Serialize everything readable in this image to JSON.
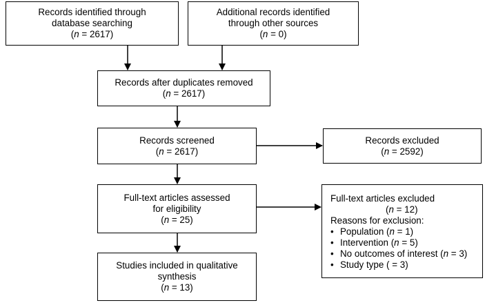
{
  "nodes": {
    "identified": {
      "line1": "Records identified through",
      "line2": "database searching",
      "n_label": "n",
      "n_value": " = 2617"
    },
    "additional": {
      "line1": "Additional records identified",
      "line2": "through other sources",
      "n_label": "n",
      "n_value": " = 0"
    },
    "after_duplicates": {
      "line1": "Records after duplicates removed",
      "n_label": "n",
      "n_value": " = 2617"
    },
    "screened": {
      "line1": "Records screened",
      "n_label": "n",
      "n_value": " = 2617"
    },
    "excluded": {
      "line1": "Records excluded",
      "n_label": "n",
      "n_value": " = 2592"
    },
    "fulltext": {
      "line1": "Full-text articles assessed",
      "line2": "for eligibility",
      "n_label": "n",
      "n_value": " = 25"
    },
    "fulltext_excluded": {
      "line1": "Full-text articles excluded",
      "n_label": "n",
      "n_value": " = 12",
      "reasons_title": "Reasons for exclusion:",
      "bullet": "•",
      "reasons": [
        {
          "label": "Population",
          "n_label": "n",
          "n_value": " = 1"
        },
        {
          "label": "Intervention",
          "n_label": "n",
          "n_value": " = 5"
        },
        {
          "label": "No outcomes of interest",
          "n_label": "n",
          "n_value": " = 3"
        },
        {
          "label": "Study type",
          "n_value": " = 3"
        }
      ]
    },
    "included": {
      "line1": "Studies included in qualitative",
      "line2": "synthesis",
      "n_label": "n",
      "n_value": " = 13"
    }
  }
}
